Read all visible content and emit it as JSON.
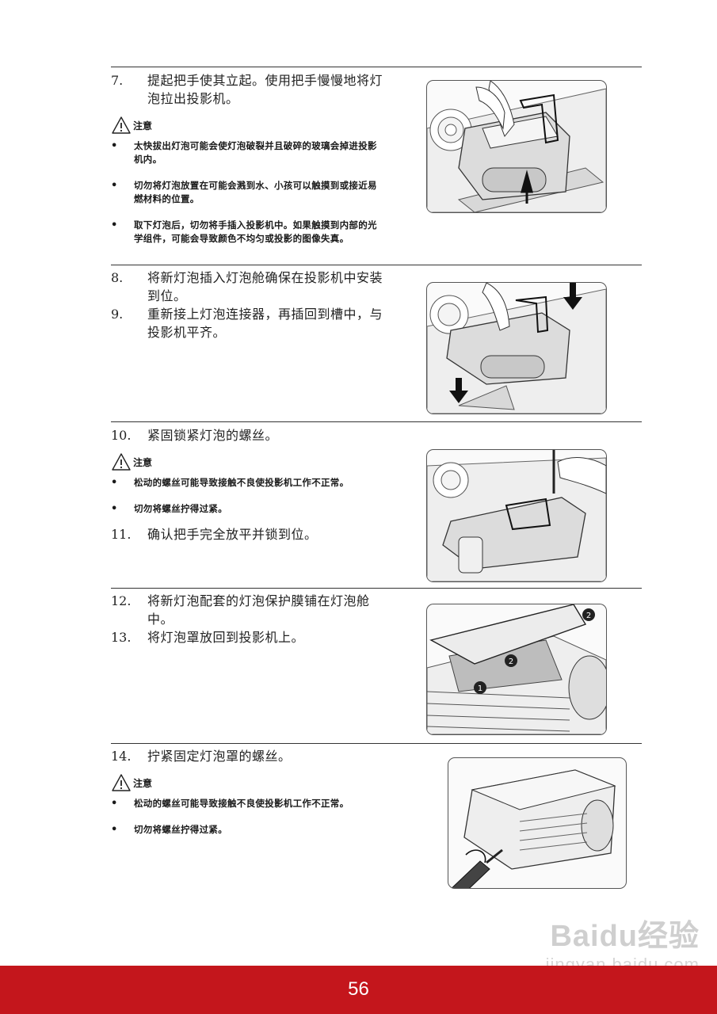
{
  "warning_label": "注意",
  "sections": [
    {
      "steps": [
        {
          "num": "7.",
          "text": "提起把手使其立起。使用把手慢慢地将灯泡拉出投影机。"
        }
      ],
      "bullets": [
        "太快拔出灯泡可能会使灯泡破裂并且破碎的玻璃会掉进投影机内。",
        "切勿将灯泡放置在可能会溅到水、小孩可以触摸到或接近易燃材料的位置。",
        "取下灯泡后，切勿将手插入投影机中。如果触摸到内部的光学组件，可能会导致颜色不均匀或投影的图像失真。"
      ]
    },
    {
      "steps": [
        {
          "num": "8.",
          "text": "将新灯泡插入灯泡舱确保在投影机中安装到位。"
        },
        {
          "num": "9.",
          "text": "重新接上灯泡连接器，再插回到槽中，与投影机平齐。"
        }
      ]
    },
    {
      "steps": [
        {
          "num": "10.",
          "text": "紧固锁紧灯泡的螺丝。"
        }
      ],
      "bullets": [
        "松动的螺丝可能导致接触不良使投影机工作不正常。",
        "切勿将螺丝拧得过紧。"
      ],
      "steps_after": [
        {
          "num": "11.",
          "text": "确认把手完全放平并锁到位。"
        }
      ]
    },
    {
      "steps": [
        {
          "num": "12.",
          "text": "将新灯泡配套的灯泡保护膜铺在灯泡舱中。"
        },
        {
          "num": "13.",
          "text": "将灯泡罩放回到投影机上。"
        }
      ]
    },
    {
      "steps": [
        {
          "num": "14.",
          "text": "拧紧固定灯泡罩的螺丝。"
        }
      ],
      "bullets": [
        "松动的螺丝可能导致接触不良使投影机工作不正常。",
        "切勿将螺丝拧得过紧。"
      ]
    }
  ],
  "figure_markers": {
    "one": "1",
    "two": "2"
  },
  "page_number": "56",
  "watermark": {
    "brand": "Baidu经验",
    "url": "jingyan.baidu.com"
  },
  "colors": {
    "footer_bar": "#c4161c",
    "rule": "#333333"
  }
}
